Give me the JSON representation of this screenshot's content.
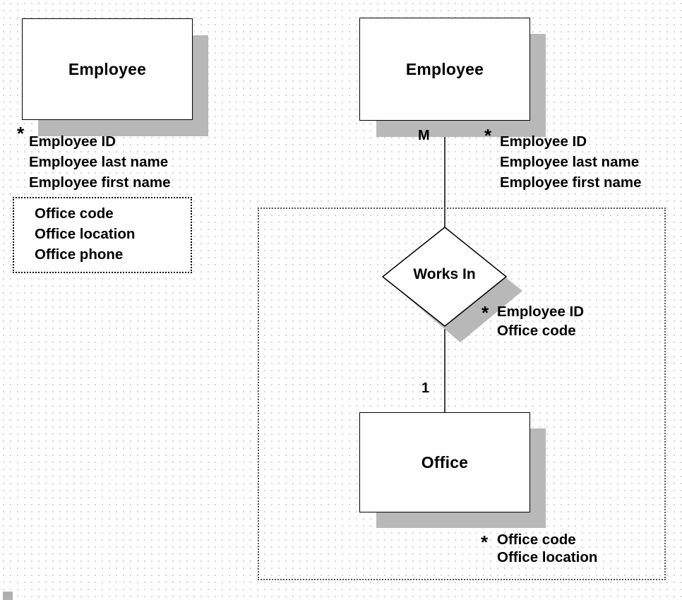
{
  "left": {
    "entity_label": "Employee",
    "marker": "*",
    "attributes": [
      "Employee ID",
      "Employee last name",
      "Employee first name"
    ],
    "group_attributes": [
      "Office code",
      "Office location",
      "Office phone"
    ]
  },
  "right": {
    "employee": {
      "label": "Employee",
      "marker": "*",
      "attributes": [
        "Employee ID",
        "Employee last name",
        "Employee first name"
      ],
      "cardinality": "M"
    },
    "relationship": {
      "label": "Works In",
      "marker": "*",
      "attributes": [
        "Employee ID",
        "Office code"
      ]
    },
    "office": {
      "label": "Office",
      "marker": "*",
      "attributes": [
        "Office code",
        "Office location"
      ],
      "cardinality": "1"
    }
  },
  "colors": {
    "shadow": "#b8b8b8",
    "grid_dot": "#c9c9c9"
  }
}
